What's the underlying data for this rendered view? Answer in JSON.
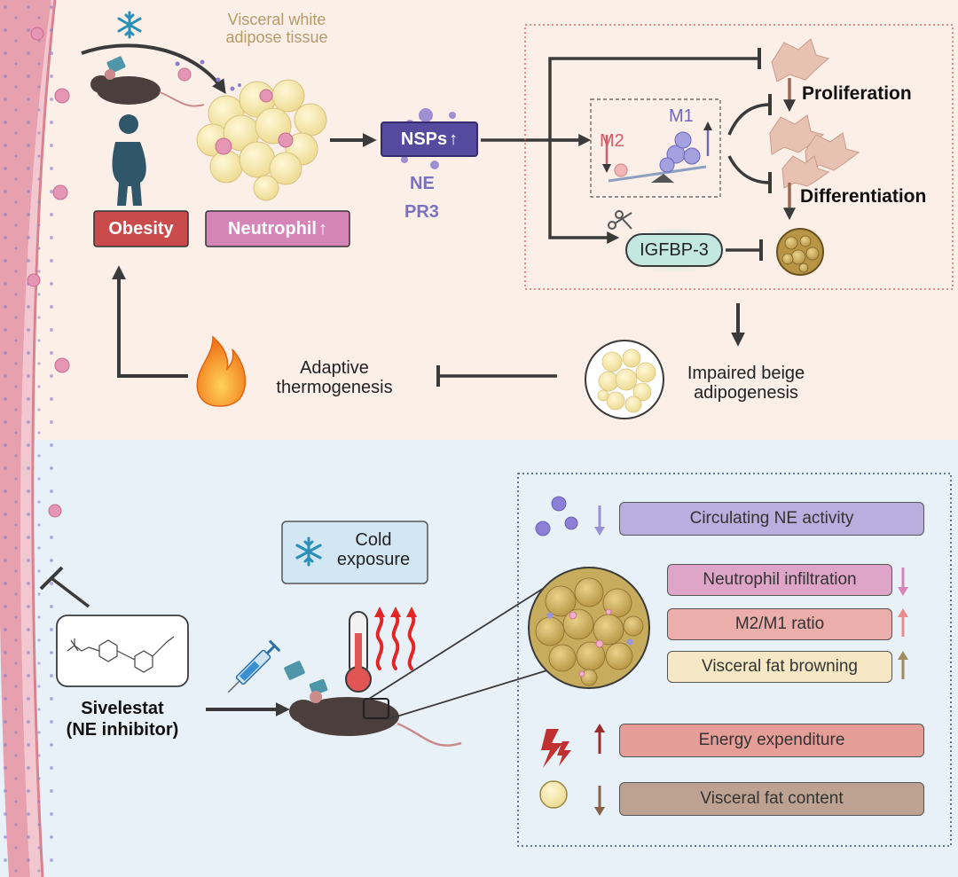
{
  "top": {
    "tissue_label": "Visceral white adipose tissue",
    "obesity_label": "Obesity",
    "neutrophil_label": "Neutrophil",
    "nsps_label": "NSPs",
    "ne_label": "NE",
    "pr3_label": "PR3",
    "m1_label": "M1",
    "m2_label": "M2",
    "igfbp3_label": "IGFBP-3",
    "proliferation_label": "Proliferation",
    "differentiation_label": "Differentiation",
    "beige_label": "Impaired beige adipogenesis",
    "thermo_label": "Adaptive thermogenesis"
  },
  "bottom": {
    "cold_label": "Cold exposure",
    "drug_name": "Sivelestat",
    "drug_note": "(NE inhibitor)",
    "effects": [
      {
        "label": "Circulating NE activity",
        "direction": "down",
        "fill": "#b9aede"
      },
      {
        "label": "Neutrophil infiltration",
        "direction": "down",
        "fill": "#dfa5c8"
      },
      {
        "label": "M2/M1 ratio",
        "direction": "up",
        "fill": "#ecaeaa"
      },
      {
        "label": "Visceral fat browning",
        "direction": "up",
        "fill": "#f6e8c4"
      },
      {
        "label": "Energy expenditure",
        "direction": "up",
        "fill": "#e59d98"
      },
      {
        "label": "Visceral fat content",
        "direction": "down",
        "fill": "#bda291"
      }
    ]
  },
  "colors": {
    "top_bg": "#fbefe8",
    "bottom_bg": "#e9f1f8",
    "vessel": "#f3c7cf",
    "obesity_fill": "#c94b4b",
    "neutrophil_fill": "#d585b8",
    "nsps_fill": "#554a9e",
    "arrow": "#3a3a3a"
  },
  "icons": [
    "snowflake-icon",
    "mouse-icon",
    "human-icon",
    "flame-icon",
    "syringe-icon",
    "thermometer-icon",
    "heat-waves-icon",
    "scissors-icon",
    "lightning-icon"
  ]
}
